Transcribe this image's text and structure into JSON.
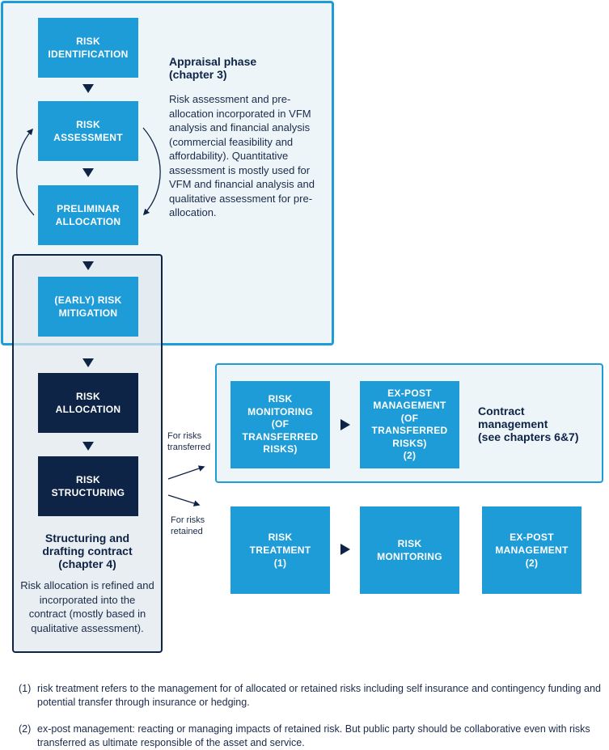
{
  "appraisal": {
    "heading": "Appraisal phase\n(chapter 3)",
    "description": "Risk assessment and pre-allocation incorporated in VFM analysis and financial analysis (commercial feasibility and affordability). Quantitative assessment is mostly used for VFM and financial analysis and qualitative assessment for pre-allocation."
  },
  "structuring": {
    "heading": "Structuring and\ndrafting contract\n(chapter 4)",
    "description": "Risk allocation is refined and incorporated into the contract (mostly based in qualitative assessment)."
  },
  "contract": {
    "heading": "Contract\nmanagement\n(see chapters 6&7)"
  },
  "boxes": {
    "risk_identification": "RISK\nIDENTIFICATION",
    "risk_assessment": "RISK\nASSESSMENT",
    "preliminar_allocation": "PRELIMINAR\nALLOCATION",
    "early_mitigation": "(EARLY) RISK\nMITIGATION",
    "risk_allocation": "RISK\nALLOCATION",
    "risk_structuring": "RISK\nSTRUCTURING",
    "risk_monitoring_transferred": "RISK\nMONITORING\n(OF\nTRANSFERRED\nRISKS)",
    "expost_transferred": "EX-POST\nMANAGEMENT\n(OF\nTRANSFERRED\nRISKS)\n(2)",
    "risk_treatment": "RISK\nTREATMENT\n(1)",
    "risk_monitoring": "RISK\nMONITORING",
    "expost_management": "EX-POST\nMANAGEMENT\n(2)"
  },
  "labels": {
    "for_transferred": "For risks\ntransferred",
    "for_retained": "For risks\nretained"
  },
  "footnotes": [
    {
      "num": "(1)",
      "text": "risk treatment refers to the management for of allocated or retained risks including self insurance and contingency funding and potential transfer through insurance or hedging."
    },
    {
      "num": "(2)",
      "text": "ex-post management: reacting or managing impacts of retained risk. But public party should be collaborative even with risks transferred as ultimate responsible of the asset and service."
    }
  ],
  "colors": {
    "accent_blue": "#1d9cd8",
    "navy": "#0e2446",
    "panel_fill": "#edf5f9"
  }
}
